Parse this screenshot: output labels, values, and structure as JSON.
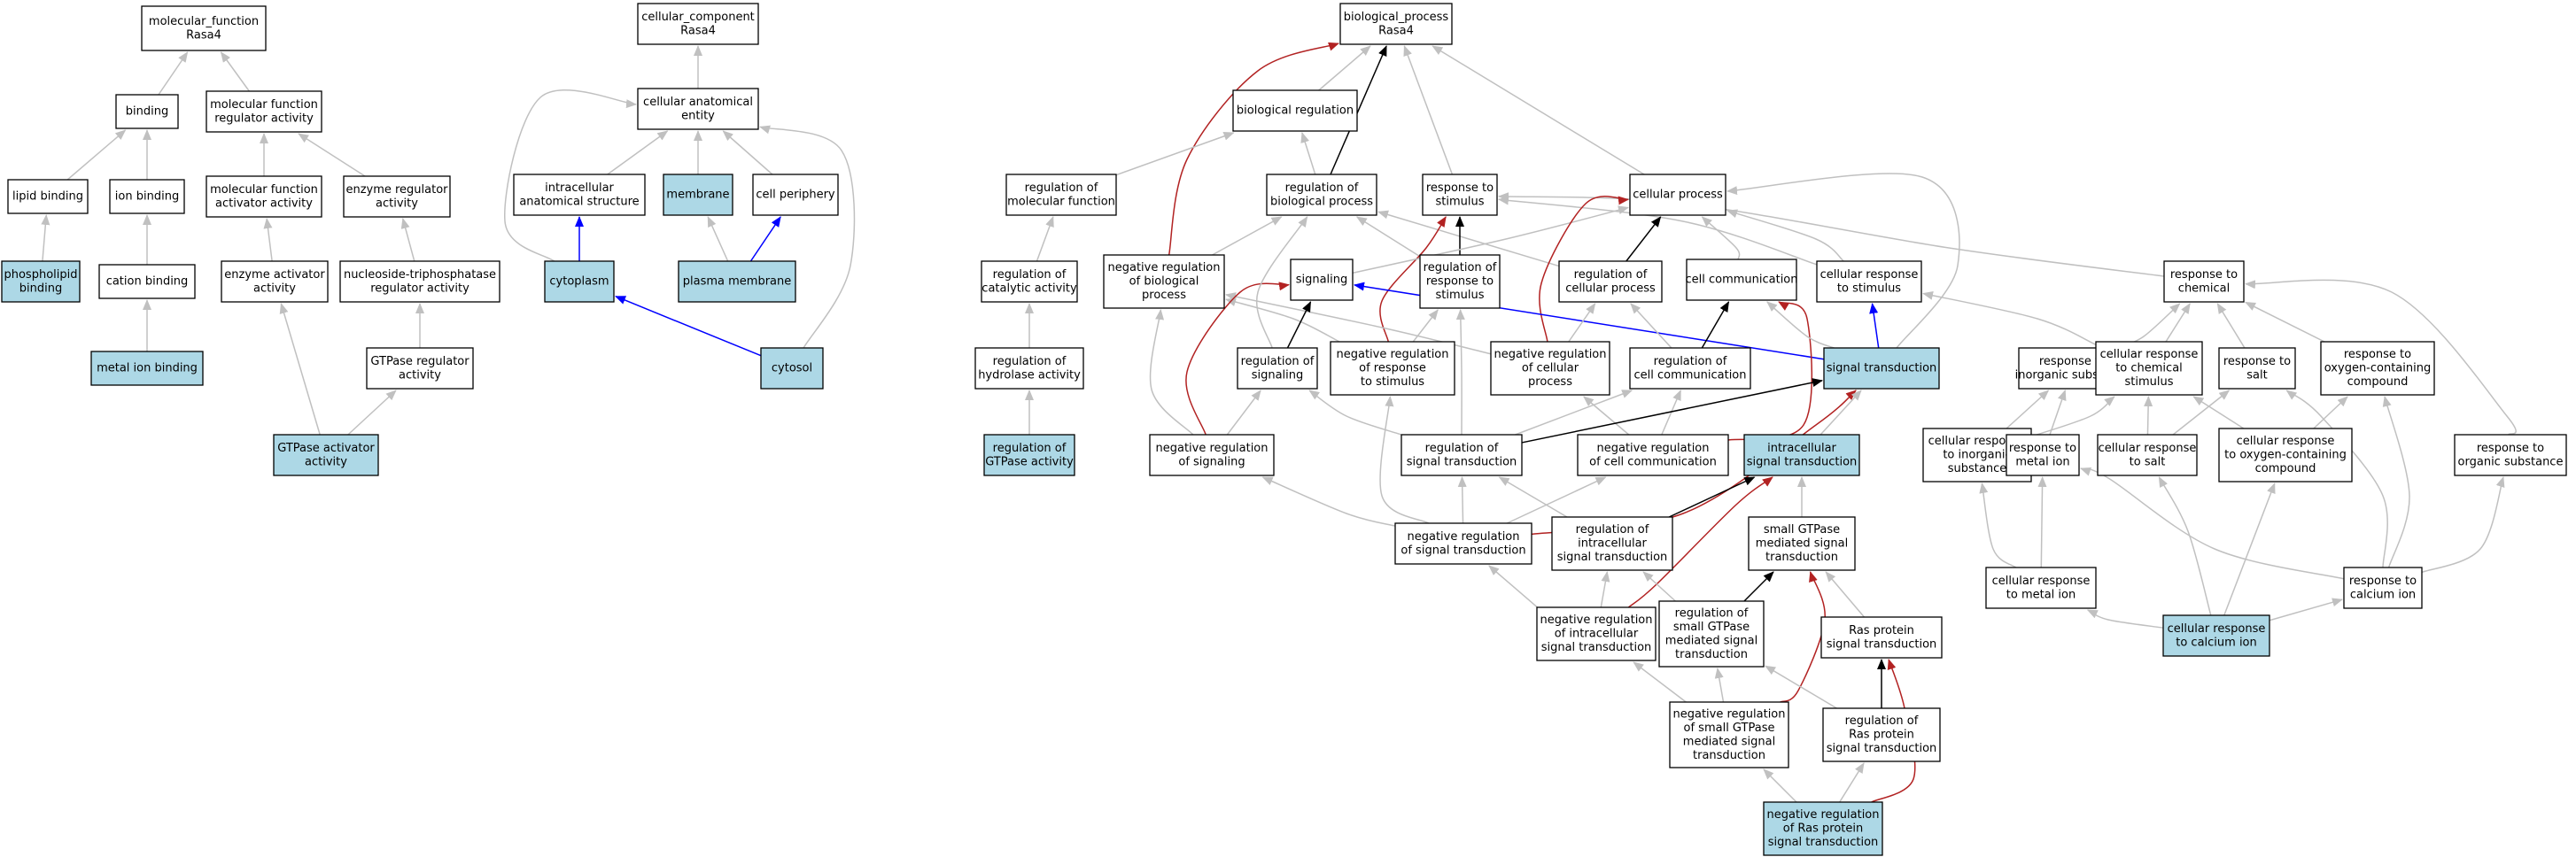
{
  "colors": {
    "gray": "#c0c0c0",
    "black": "#000000",
    "blue": "#0000ff",
    "red": "#b22222",
    "highlight": "#add8e6",
    "plain": "#ffffff"
  },
  "nodes": [
    {
      "id": "mf_root",
      "lines": [
        "molecular_function",
        "Rasa4"
      ],
      "hl": false
    },
    {
      "id": "binding",
      "lines": [
        "binding"
      ],
      "hl": false
    },
    {
      "id": "mf_reg",
      "lines": [
        "molecular function",
        "regulator activity"
      ],
      "hl": false
    },
    {
      "id": "lipid_binding",
      "lines": [
        "lipid binding"
      ],
      "hl": false
    },
    {
      "id": "ion_binding",
      "lines": [
        "ion binding"
      ],
      "hl": false
    },
    {
      "id": "mf_act",
      "lines": [
        "molecular function",
        "activator activity"
      ],
      "hl": false
    },
    {
      "id": "enz_reg",
      "lines": [
        "enzyme regulator",
        "activity"
      ],
      "hl": false
    },
    {
      "id": "phospholipid",
      "lines": [
        "phospholipid",
        "binding"
      ],
      "hl": true
    },
    {
      "id": "cation_binding",
      "lines": [
        "cation binding"
      ],
      "hl": false
    },
    {
      "id": "enz_act",
      "lines": [
        "enzyme activator",
        "activity"
      ],
      "hl": false
    },
    {
      "id": "ntp_reg",
      "lines": [
        "nucleoside-triphosphatase",
        "regulator activity"
      ],
      "hl": false
    },
    {
      "id": "metal_ion_binding",
      "lines": [
        "metal ion binding"
      ],
      "hl": true
    },
    {
      "id": "gtpase_reg",
      "lines": [
        "GTPase regulator",
        "activity"
      ],
      "hl": false
    },
    {
      "id": "gtpase_act",
      "lines": [
        "GTPase activator",
        "activity"
      ],
      "hl": true
    },
    {
      "id": "cc_root",
      "lines": [
        "cellular_component",
        "Rasa4"
      ],
      "hl": false
    },
    {
      "id": "cae",
      "lines": [
        "cellular anatomical",
        "entity"
      ],
      "hl": false
    },
    {
      "id": "ias",
      "lines": [
        "intracellular",
        "anatomical structure"
      ],
      "hl": false
    },
    {
      "id": "membrane",
      "lines": [
        "membrane"
      ],
      "hl": true
    },
    {
      "id": "periphery",
      "lines": [
        "cell periphery"
      ],
      "hl": false
    },
    {
      "id": "cytoplasm",
      "lines": [
        "cytoplasm"
      ],
      "hl": true
    },
    {
      "id": "plasma_membrane",
      "lines": [
        "plasma membrane"
      ],
      "hl": true
    },
    {
      "id": "cytosol",
      "lines": [
        "cytosol"
      ],
      "hl": true
    },
    {
      "id": "bp_root",
      "lines": [
        "biological_process",
        "Rasa4"
      ],
      "hl": false
    },
    {
      "id": "bio_reg",
      "lines": [
        "biological regulation"
      ],
      "hl": false
    },
    {
      "id": "reg_mol_func",
      "lines": [
        "regulation of",
        "molecular function"
      ],
      "hl": false
    },
    {
      "id": "reg_bio_proc",
      "lines": [
        "regulation of",
        "biological process"
      ],
      "hl": false
    },
    {
      "id": "resp_stim",
      "lines": [
        "response to",
        "stimulus"
      ],
      "hl": false
    },
    {
      "id": "cell_proc",
      "lines": [
        "cellular process"
      ],
      "hl": false
    },
    {
      "id": "reg_cat",
      "lines": [
        "regulation of",
        "catalytic activity"
      ],
      "hl": false
    },
    {
      "id": "neg_reg_bio",
      "lines": [
        "negative regulation",
        "of biological",
        "process"
      ],
      "hl": false
    },
    {
      "id": "signaling",
      "lines": [
        "signaling"
      ],
      "hl": false
    },
    {
      "id": "reg_resp_stim",
      "lines": [
        "regulation of",
        "response to",
        "stimulus"
      ],
      "hl": false
    },
    {
      "id": "reg_cell_proc",
      "lines": [
        "regulation of",
        "cellular process"
      ],
      "hl": false
    },
    {
      "id": "cell_comm",
      "lines": [
        "cell communication"
      ],
      "hl": false
    },
    {
      "id": "cell_resp_stim",
      "lines": [
        "cellular response",
        "to stimulus"
      ],
      "hl": false
    },
    {
      "id": "resp_chem",
      "lines": [
        "response to",
        "chemical"
      ],
      "hl": false
    },
    {
      "id": "reg_hydrolase",
      "lines": [
        "regulation of",
        "hydrolase activity"
      ],
      "hl": false
    },
    {
      "id": "reg_signaling",
      "lines": [
        "regulation of",
        "signaling"
      ],
      "hl": false
    },
    {
      "id": "neg_reg_resp_stim",
      "lines": [
        "negative regulation",
        "of response",
        "to stimulus"
      ],
      "hl": false
    },
    {
      "id": "neg_reg_cell_proc",
      "lines": [
        "negative regulation",
        "of cellular",
        "process"
      ],
      "hl": false
    },
    {
      "id": "reg_cell_comm",
      "lines": [
        "regulation of",
        "cell communication"
      ],
      "hl": false
    },
    {
      "id": "sig_trans",
      "lines": [
        "signal transduction"
      ],
      "hl": true
    },
    {
      "id": "resp_inorg",
      "lines": [
        "response to",
        "inorganic substance"
      ],
      "hl": false
    },
    {
      "id": "cell_resp_chem",
      "lines": [
        "cellular response",
        "to chemical",
        "stimulus"
      ],
      "hl": false
    },
    {
      "id": "resp_salt",
      "lines": [
        "response to",
        "salt"
      ],
      "hl": false
    },
    {
      "id": "resp_oxy",
      "lines": [
        "response to",
        "oxygen-containing",
        "compound"
      ],
      "hl": false
    },
    {
      "id": "reg_gtpase",
      "lines": [
        "regulation of",
        "GTPase activity"
      ],
      "hl": true
    },
    {
      "id": "neg_reg_signaling",
      "lines": [
        "negative regulation",
        "of signaling"
      ],
      "hl": false
    },
    {
      "id": "reg_sig_trans",
      "lines": [
        "regulation of",
        "signal transduction"
      ],
      "hl": false
    },
    {
      "id": "neg_reg_cell_comm",
      "lines": [
        "negative regulation",
        "of cell communication"
      ],
      "hl": false
    },
    {
      "id": "intra_sig",
      "lines": [
        "intracellular",
        "signal transduction"
      ],
      "hl": true
    },
    {
      "id": "cell_resp_inorg",
      "lines": [
        "cellular response",
        "to inorganic",
        "substance"
      ],
      "hl": false
    },
    {
      "id": "resp_metal",
      "lines": [
        "response to",
        "metal ion"
      ],
      "hl": false
    },
    {
      "id": "cell_resp_salt",
      "lines": [
        "cellular response",
        "to salt"
      ],
      "hl": false
    },
    {
      "id": "cell_resp_oxy",
      "lines": [
        "cellular response",
        "to oxygen-containing",
        "compound"
      ],
      "hl": false
    },
    {
      "id": "resp_org",
      "lines": [
        "response to",
        "organic substance"
      ],
      "hl": false
    },
    {
      "id": "neg_reg_sig_trans",
      "lines": [
        "negative regulation",
        "of signal transduction"
      ],
      "hl": false
    },
    {
      "id": "reg_intra_sig",
      "lines": [
        "regulation of",
        "intracellular",
        "signal transduction"
      ],
      "hl": false
    },
    {
      "id": "small_gtpase",
      "lines": [
        "small GTPase",
        "mediated signal",
        "transduction"
      ],
      "hl": false
    },
    {
      "id": "cell_resp_metal",
      "lines": [
        "cellular response",
        "to metal ion"
      ],
      "hl": false
    },
    {
      "id": "resp_calcium",
      "lines": [
        "response to",
        "calcium ion"
      ],
      "hl": false
    },
    {
      "id": "neg_reg_intra",
      "lines": [
        "negative regulation",
        "of intracellular",
        "signal transduction"
      ],
      "hl": false
    },
    {
      "id": "reg_small_gtpase",
      "lines": [
        "regulation of",
        "small GTPase",
        "mediated signal",
        "transduction"
      ],
      "hl": false
    },
    {
      "id": "ras_sig",
      "lines": [
        "Ras protein",
        "signal transduction"
      ],
      "hl": false
    },
    {
      "id": "cell_resp_calcium",
      "lines": [
        "cellular response",
        "to calcium ion"
      ],
      "hl": true
    },
    {
      "id": "neg_reg_small_gtpase",
      "lines": [
        "negative regulation",
        "of small GTPase",
        "mediated signal",
        "transduction"
      ],
      "hl": false
    },
    {
      "id": "reg_ras",
      "lines": [
        "regulation of",
        "Ras protein",
        "signal transduction"
      ],
      "hl": false
    },
    {
      "id": "neg_reg_ras",
      "lines": [
        "negative regulation",
        "of Ras protein",
        "signal transduction"
      ],
      "hl": true
    }
  ],
  "edges": [
    {
      "from": "binding",
      "to": "mf_root",
      "c": "gray"
    },
    {
      "from": "mf_reg",
      "to": "mf_root",
      "c": "gray"
    },
    {
      "from": "lipid_binding",
      "to": "binding",
      "c": "gray"
    },
    {
      "from": "ion_binding",
      "to": "binding",
      "c": "gray"
    },
    {
      "from": "mf_act",
      "to": "mf_reg",
      "c": "gray"
    },
    {
      "from": "enz_reg",
      "to": "mf_reg",
      "c": "gray"
    },
    {
      "from": "phospholipid",
      "to": "lipid_binding",
      "c": "gray"
    },
    {
      "from": "cation_binding",
      "to": "ion_binding",
      "c": "gray"
    },
    {
      "from": "enz_act",
      "to": "mf_act",
      "c": "gray"
    },
    {
      "from": "ntp_reg",
      "to": "enz_reg",
      "c": "gray"
    },
    {
      "from": "metal_ion_binding",
      "to": "cation_binding",
      "c": "gray"
    },
    {
      "from": "gtpase_reg",
      "to": "ntp_reg",
      "c": "gray"
    },
    {
      "from": "gtpase_act",
      "to": "enz_act",
      "c": "gray"
    },
    {
      "from": "gtpase_act",
      "to": "gtpase_reg",
      "c": "gray"
    },
    {
      "from": "cae",
      "to": "cc_root",
      "c": "gray"
    },
    {
      "from": "ias",
      "to": "cae",
      "c": "gray"
    },
    {
      "from": "membrane",
      "to": "cae",
      "c": "gray"
    },
    {
      "from": "periphery",
      "to": "cae",
      "c": "gray"
    },
    {
      "from": "cytoplasm",
      "to": "cae",
      "c": "gray"
    },
    {
      "from": "cytosol",
      "to": "cae",
      "c": "gray"
    },
    {
      "from": "cytoplasm",
      "to": "ias",
      "c": "blue"
    },
    {
      "from": "plasma_membrane",
      "to": "membrane",
      "c": "gray"
    },
    {
      "from": "plasma_membrane",
      "to": "periphery",
      "c": "blue"
    },
    {
      "from": "cytosol",
      "to": "cytoplasm",
      "c": "blue"
    },
    {
      "from": "bio_reg",
      "to": "bp_root",
      "c": "gray"
    },
    {
      "from": "reg_bio_proc",
      "to": "bp_root",
      "c": "black"
    },
    {
      "from": "resp_stim",
      "to": "bp_root",
      "c": "gray"
    },
    {
      "from": "cell_proc",
      "to": "bp_root",
      "c": "gray"
    },
    {
      "from": "neg_reg_bio",
      "to": "bp_root",
      "c": "red"
    },
    {
      "from": "reg_mol_func",
      "to": "bio_reg",
      "c": "gray"
    },
    {
      "from": "reg_bio_proc",
      "to": "bio_reg",
      "c": "gray"
    },
    {
      "from": "reg_cat",
      "to": "reg_mol_func",
      "c": "gray"
    },
    {
      "from": "neg_reg_bio",
      "to": "reg_bio_proc",
      "c": "gray"
    },
    {
      "from": "reg_resp_stim",
      "to": "reg_bio_proc",
      "c": "gray"
    },
    {
      "from": "reg_cell_proc",
      "to": "reg_bio_proc",
      "c": "gray"
    },
    {
      "from": "reg_resp_stim",
      "to": "resp_stim",
      "c": "black"
    },
    {
      "from": "neg_reg_resp_stim",
      "to": "resp_stim",
      "c": "red"
    },
    {
      "from": "cell_resp_stim",
      "to": "resp_stim",
      "c": "gray"
    },
    {
      "from": "resp_chem",
      "to": "resp_stim",
      "c": "gray"
    },
    {
      "from": "signaling",
      "to": "cell_proc",
      "c": "gray"
    },
    {
      "from": "reg_cell_proc",
      "to": "cell_proc",
      "c": "black"
    },
    {
      "from": "cell_comm",
      "to": "cell_proc",
      "c": "gray"
    },
    {
      "from": "cell_resp_stim",
      "to": "cell_proc",
      "c": "gray"
    },
    {
      "from": "neg_reg_cell_proc",
      "to": "cell_proc",
      "c": "red"
    },
    {
      "from": "sig_trans",
      "to": "cell_proc",
      "c": "gray"
    },
    {
      "from": "reg_hydrolase",
      "to": "reg_cat",
      "c": "gray"
    },
    {
      "from": "reg_gtpase",
      "to": "reg_hydrolase",
      "c": "gray"
    },
    {
      "from": "neg_reg_resp_stim",
      "to": "neg_reg_bio",
      "c": "gray"
    },
    {
      "from": "neg_reg_cell_proc",
      "to": "neg_reg_bio",
      "c": "gray"
    },
    {
      "from": "neg_reg_signaling",
      "to": "neg_reg_bio",
      "c": "gray"
    },
    {
      "from": "reg_signaling",
      "to": "signaling",
      "c": "black"
    },
    {
      "from": "neg_reg_signaling",
      "to": "signaling",
      "c": "red"
    },
    {
      "from": "sig_trans",
      "to": "signaling",
      "c": "blue"
    },
    {
      "from": "reg_signaling",
      "to": "reg_bio_proc",
      "c": "gray"
    },
    {
      "from": "neg_reg_resp_stim",
      "to": "reg_resp_stim",
      "c": "gray"
    },
    {
      "from": "reg_sig_trans",
      "to": "reg_resp_stim",
      "c": "gray"
    },
    {
      "from": "neg_reg_cell_proc",
      "to": "reg_cell_proc",
      "c": "gray"
    },
    {
      "from": "reg_cell_comm",
      "to": "reg_cell_proc",
      "c": "gray"
    },
    {
      "from": "reg_cell_comm",
      "to": "cell_comm",
      "c": "black"
    },
    {
      "from": "neg_reg_cell_comm",
      "to": "cell_comm",
      "c": "red"
    },
    {
      "from": "sig_trans",
      "to": "cell_comm",
      "c": "gray"
    },
    {
      "from": "sig_trans",
      "to": "cell_resp_stim",
      "c": "blue"
    },
    {
      "from": "cell_resp_chem",
      "to": "cell_resp_stim",
      "c": "gray"
    },
    {
      "from": "resp_inorg",
      "to": "resp_chem",
      "c": "gray"
    },
    {
      "from": "cell_resp_chem",
      "to": "resp_chem",
      "c": "gray"
    },
    {
      "from": "resp_salt",
      "to": "resp_chem",
      "c": "gray"
    },
    {
      "from": "resp_oxy",
      "to": "resp_chem",
      "c": "gray"
    },
    {
      "from": "neg_reg_signaling",
      "to": "reg_signaling",
      "c": "gray"
    },
    {
      "from": "reg_sig_trans",
      "to": "reg_signaling",
      "c": "gray"
    },
    {
      "from": "neg_reg_sig_trans",
      "to": "neg_reg_resp_stim",
      "c": "gray"
    },
    {
      "from": "neg_reg_cell_comm",
      "to": "neg_reg_cell_proc",
      "c": "gray"
    },
    {
      "from": "reg_sig_trans",
      "to": "reg_cell_comm",
      "c": "gray"
    },
    {
      "from": "neg_reg_cell_comm",
      "to": "reg_cell_comm",
      "c": "gray"
    },
    {
      "from": "reg_sig_trans",
      "to": "sig_trans",
      "c": "black"
    },
    {
      "from": "neg_reg_sig_trans",
      "to": "sig_trans",
      "c": "red"
    },
    {
      "from": "intra_sig",
      "to": "sig_trans",
      "c": "gray"
    },
    {
      "from": "cell_resp_inorg",
      "to": "resp_inorg",
      "c": "gray"
    },
    {
      "from": "resp_metal",
      "to": "resp_inorg",
      "c": "gray"
    },
    {
      "from": "cell_resp_inorg",
      "to": "cell_resp_chem",
      "c": "gray"
    },
    {
      "from": "cell_resp_salt",
      "to": "cell_resp_chem",
      "c": "gray"
    },
    {
      "from": "cell_resp_oxy",
      "to": "cell_resp_chem",
      "c": "gray"
    },
    {
      "from": "cell_resp_salt",
      "to": "resp_salt",
      "c": "gray"
    },
    {
      "from": "resp_calcium",
      "to": "resp_salt",
      "c": "gray"
    },
    {
      "from": "cell_resp_oxy",
      "to": "resp_oxy",
      "c": "gray"
    },
    {
      "from": "resp_calcium",
      "to": "resp_oxy",
      "c": "gray"
    },
    {
      "from": "resp_org",
      "to": "resp_chem",
      "c": "gray"
    },
    {
      "from": "neg_reg_sig_trans",
      "to": "neg_reg_signaling",
      "c": "gray"
    },
    {
      "from": "neg_reg_sig_trans",
      "to": "reg_sig_trans",
      "c": "gray"
    },
    {
      "from": "neg_reg_sig_trans",
      "to": "neg_reg_cell_comm",
      "c": "gray"
    },
    {
      "from": "reg_intra_sig",
      "to": "reg_sig_trans",
      "c": "gray"
    },
    {
      "from": "reg_intra_sig",
      "to": "intra_sig",
      "c": "black"
    },
    {
      "from": "neg_reg_intra",
      "to": "intra_sig",
      "c": "red"
    },
    {
      "from": "small_gtpase",
      "to": "intra_sig",
      "c": "gray"
    },
    {
      "from": "cell_resp_metal",
      "to": "cell_resp_inorg",
      "c": "gray"
    },
    {
      "from": "cell_resp_metal",
      "to": "resp_metal",
      "c": "gray"
    },
    {
      "from": "resp_calcium",
      "to": "resp_metal",
      "c": "gray"
    },
    {
      "from": "cell_resp_calcium",
      "to": "cell_resp_salt",
      "c": "gray"
    },
    {
      "from": "cell_resp_calcium",
      "to": "cell_resp_oxy",
      "c": "gray"
    },
    {
      "from": "resp_calcium",
      "to": "resp_org",
      "c": "gray"
    },
    {
      "from": "neg_reg_intra",
      "to": "neg_reg_sig_trans",
      "c": "gray"
    },
    {
      "from": "neg_reg_intra",
      "to": "reg_intra_sig",
      "c": "gray"
    },
    {
      "from": "reg_small_gtpase",
      "to": "reg_intra_sig",
      "c": "gray"
    },
    {
      "from": "reg_small_gtpase",
      "to": "small_gtpase",
      "c": "black"
    },
    {
      "from": "neg_reg_small_gtpase",
      "to": "small_gtpase",
      "c": "red"
    },
    {
      "from": "ras_sig",
      "to": "small_gtpase",
      "c": "gray"
    },
    {
      "from": "cell_resp_calcium",
      "to": "cell_resp_metal",
      "c": "gray"
    },
    {
      "from": "cell_resp_calcium",
      "to": "resp_calcium",
      "c": "gray"
    },
    {
      "from": "neg_reg_small_gtpase",
      "to": "neg_reg_intra",
      "c": "gray"
    },
    {
      "from": "neg_reg_small_gtpase",
      "to": "reg_small_gtpase",
      "c": "gray"
    },
    {
      "from": "reg_ras",
      "to": "reg_small_gtpase",
      "c": "gray"
    },
    {
      "from": "reg_ras",
      "to": "ras_sig",
      "c": "black"
    },
    {
      "from": "neg_reg_ras",
      "to": "ras_sig",
      "c": "red"
    },
    {
      "from": "neg_reg_ras",
      "to": "neg_reg_small_gtpase",
      "c": "gray"
    },
    {
      "from": "neg_reg_ras",
      "to": "reg_ras",
      "c": "gray"
    }
  ]
}
